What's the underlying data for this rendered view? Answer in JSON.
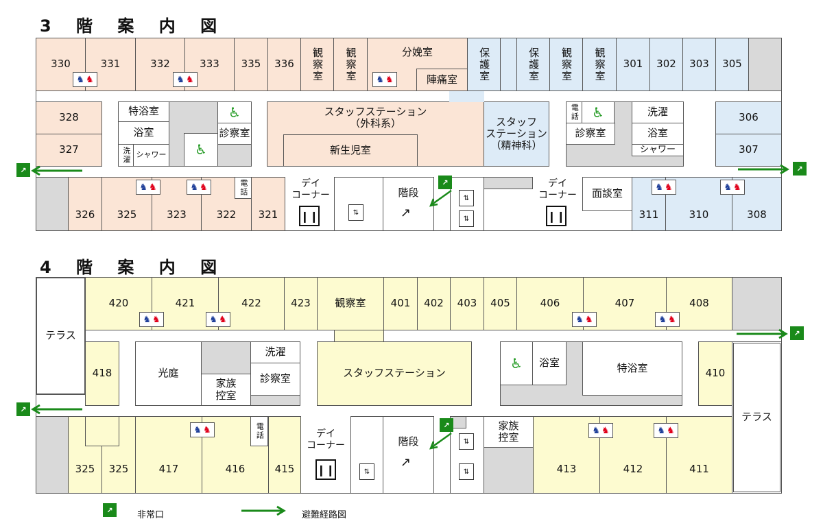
{
  "floor3": {
    "title": "3 階 案 内 図",
    "rooms": {
      "r330": "330",
      "r331": "331",
      "r332": "332",
      "r333": "333",
      "r335": "335",
      "r336": "336",
      "obs1": "観察室",
      "obs2": "観察室",
      "delivery": "分娩室",
      "labor": "陣痛室",
      "protect1": "保護室",
      "protect2": "保護室",
      "obs3": "観察室",
      "obs4": "観察室",
      "r301": "301",
      "r302": "302",
      "r303": "303",
      "r305": "305",
      "r328": "328",
      "r327": "327",
      "special_bath": "特浴室",
      "bath": "浴室",
      "laundry": "洗濯",
      "shower": "シャワー",
      "exam": "診察室",
      "staff_surgery_1": "スタッフステーション",
      "staff_surgery_2": "（外科系）",
      "newborn": "新生児室",
      "staff_psych_1": "スタッフ",
      "staff_psych_2": "ステーション",
      "staff_psych_3": "（精神科）",
      "phone_a": "電話",
      "exam2": "診察室",
      "laundry2": "洗濯",
      "bath2": "浴室",
      "shower2": "シャワー",
      "r306": "306",
      "r307": "307",
      "r326": "326",
      "r325": "325",
      "r323": "323",
      "r322": "322",
      "r321": "321",
      "phone_b": "電話",
      "day_corner_1": "デイ",
      "day_corner_2": "コーナー",
      "stairs": "階段",
      "day_corner2_1": "デイ",
      "day_corner2_2": "コーナー",
      "interview": "面談室",
      "r311": "311",
      "r310": "310",
      "r308": "308"
    }
  },
  "floor4": {
    "title": "4 階 案 内 図",
    "rooms": {
      "terrace_left": "テラス",
      "r420": "420",
      "r421": "421",
      "r422": "422",
      "r423": "423",
      "obs": "観察室",
      "r401": "401",
      "r402": "402",
      "r403": "403",
      "r405": "405",
      "r406": "406",
      "r407": "407",
      "r408": "408",
      "r418": "418",
      "courtyard": "光庭",
      "laundry": "洗濯",
      "family_1": "家族",
      "family_2": "控室",
      "exam": "診察室",
      "staff": "スタッフステーション",
      "bath": "浴室",
      "special_bath": "特浴室",
      "r410": "410",
      "terrace_right": "テラス",
      "r325a": "325",
      "r325b": "325",
      "r417": "417",
      "r416": "416",
      "r415": "415",
      "phone": "電話",
      "day_corner_1": "デイ",
      "day_corner_2": "コーナー",
      "stairs": "階段",
      "family2_1": "家族",
      "family2_2": "控室",
      "r413": "413",
      "r412": "412",
      "r411": "411"
    }
  },
  "legend": {
    "exit_label": "非常口",
    "route_label": "避難経路図"
  },
  "icons": {
    "exit_glyph": "⎗",
    "elevator_glyph": "⇅",
    "fork_glyph": "✦",
    "stairs_glyph": "↗",
    "male": "♟",
    "female": "♟",
    "accessible": "♿"
  },
  "colors": {
    "pink": "#fbe5d6",
    "blue": "#ddebf7",
    "yellow": "#fdfbd0",
    "gray": "#d9d9d9",
    "route_green": "#1a8a1a"
  }
}
